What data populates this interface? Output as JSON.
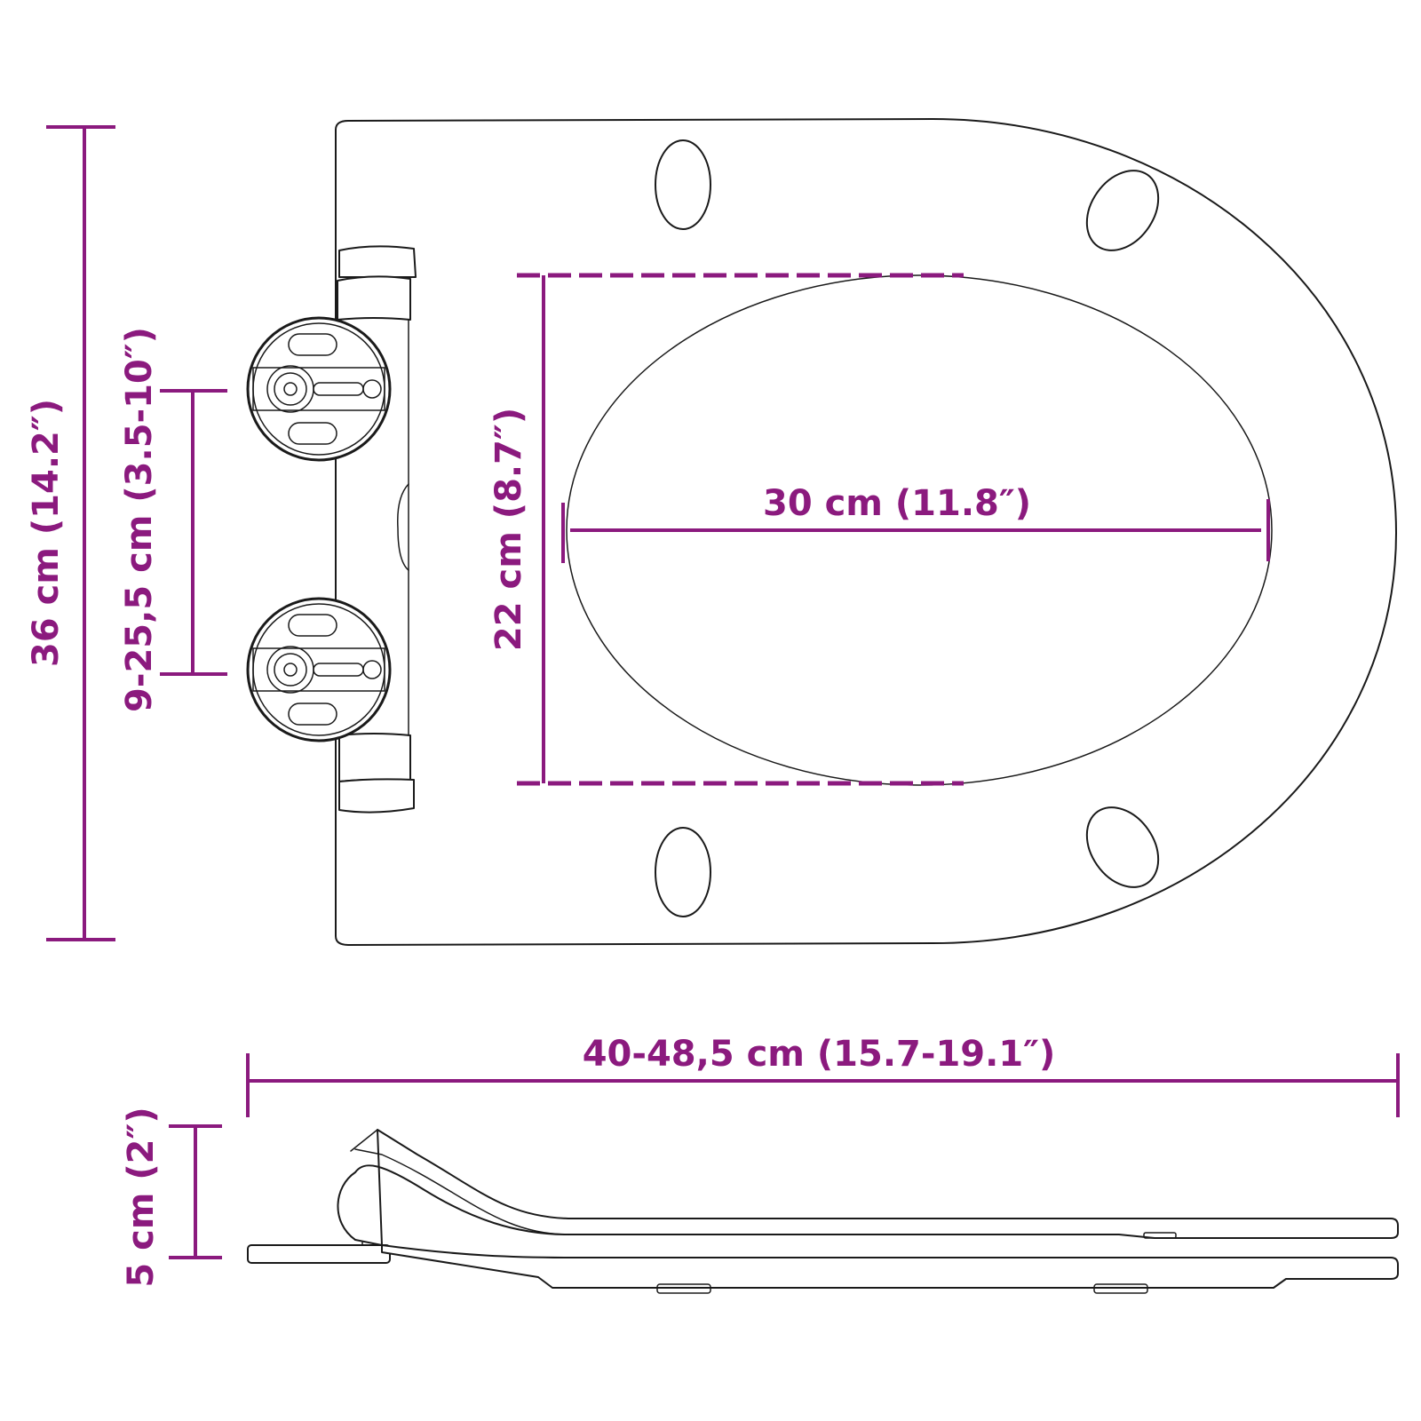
{
  "diagram": {
    "subject": "toilet seat dimensions",
    "accent_color": "#8B1A7E",
    "line_color": "#1a1a1a",
    "labels": {
      "overall_width": "36 cm (14.2″)",
      "hinge_spacing": "9-25,5 cm (3.5-10″)",
      "opening_width": "22 cm (8.7″)",
      "opening_length": "30 cm (11.8″)",
      "overall_length": "40-48,5 cm (15.7-19.1″)",
      "height": "5 cm (2″)"
    },
    "views": {
      "top_view": "top-view",
      "side_view": "side-view"
    }
  }
}
